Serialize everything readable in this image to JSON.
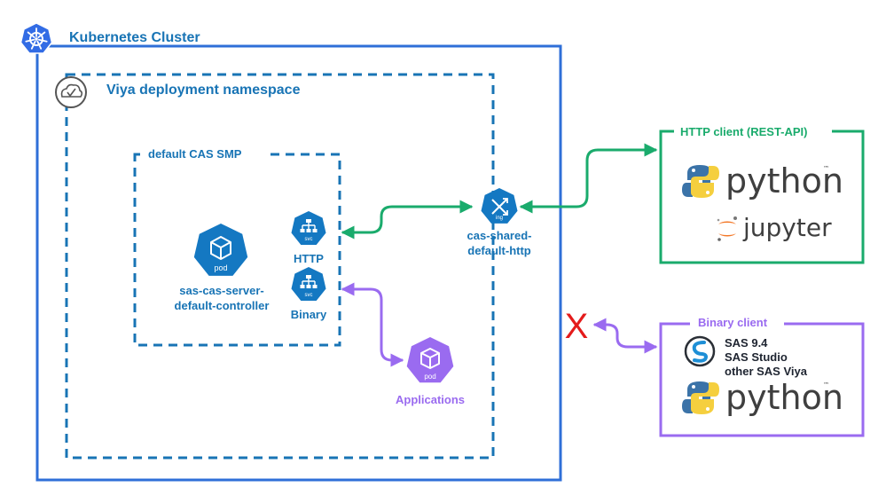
{
  "labels": {
    "cluster": "Kubernetes Cluster",
    "namespace": "Viya deployment namespace",
    "cas_smp": "default CAS SMP",
    "pod_line1": "sas-cas-server-",
    "pod_line2": "default-controller",
    "svc_http": "HTTP",
    "svc_binary": "Binary",
    "ingress_line1": "cas-shared-",
    "ingress_line2": "default-http",
    "applications": "Applications",
    "http_client": "HTTP client  (REST-API)",
    "binary_client": "Binary client",
    "sas94": "SAS 9.4",
    "sas_studio": "SAS Studio",
    "other_viya": "other SAS Viya",
    "python_word": "python",
    "python_word2": "python",
    "jupyter_word": "jupyter",
    "blocked_mark": "X",
    "pod_icon_text": "pod",
    "app_pod_icon_text": "pod",
    "svc_icon_text": "svc",
    "svc_icon_text2": "svc",
    "ing_icon_text": "ing",
    "tm": "™",
    "tm2": "™"
  },
  "colors": {
    "k8s_blue": "#2f6fd8",
    "namespace_blue": "#1874b5",
    "node_blue": "#1478c2",
    "green": "#1aab6c",
    "purple": "#9a6bf0",
    "red": "#e41b1b"
  },
  "icons": {
    "cluster": "kubernetes-helm-icon",
    "namespace": "namespace-cloud-icon",
    "pod": "kubernetes-pod-icon",
    "svc": "kubernetes-service-icon",
    "ingress": "kubernetes-ingress-icon",
    "python": "python-logo-icon",
    "jupyter": "jupyter-logo-icon",
    "sas": "sas-logo-icon"
  }
}
